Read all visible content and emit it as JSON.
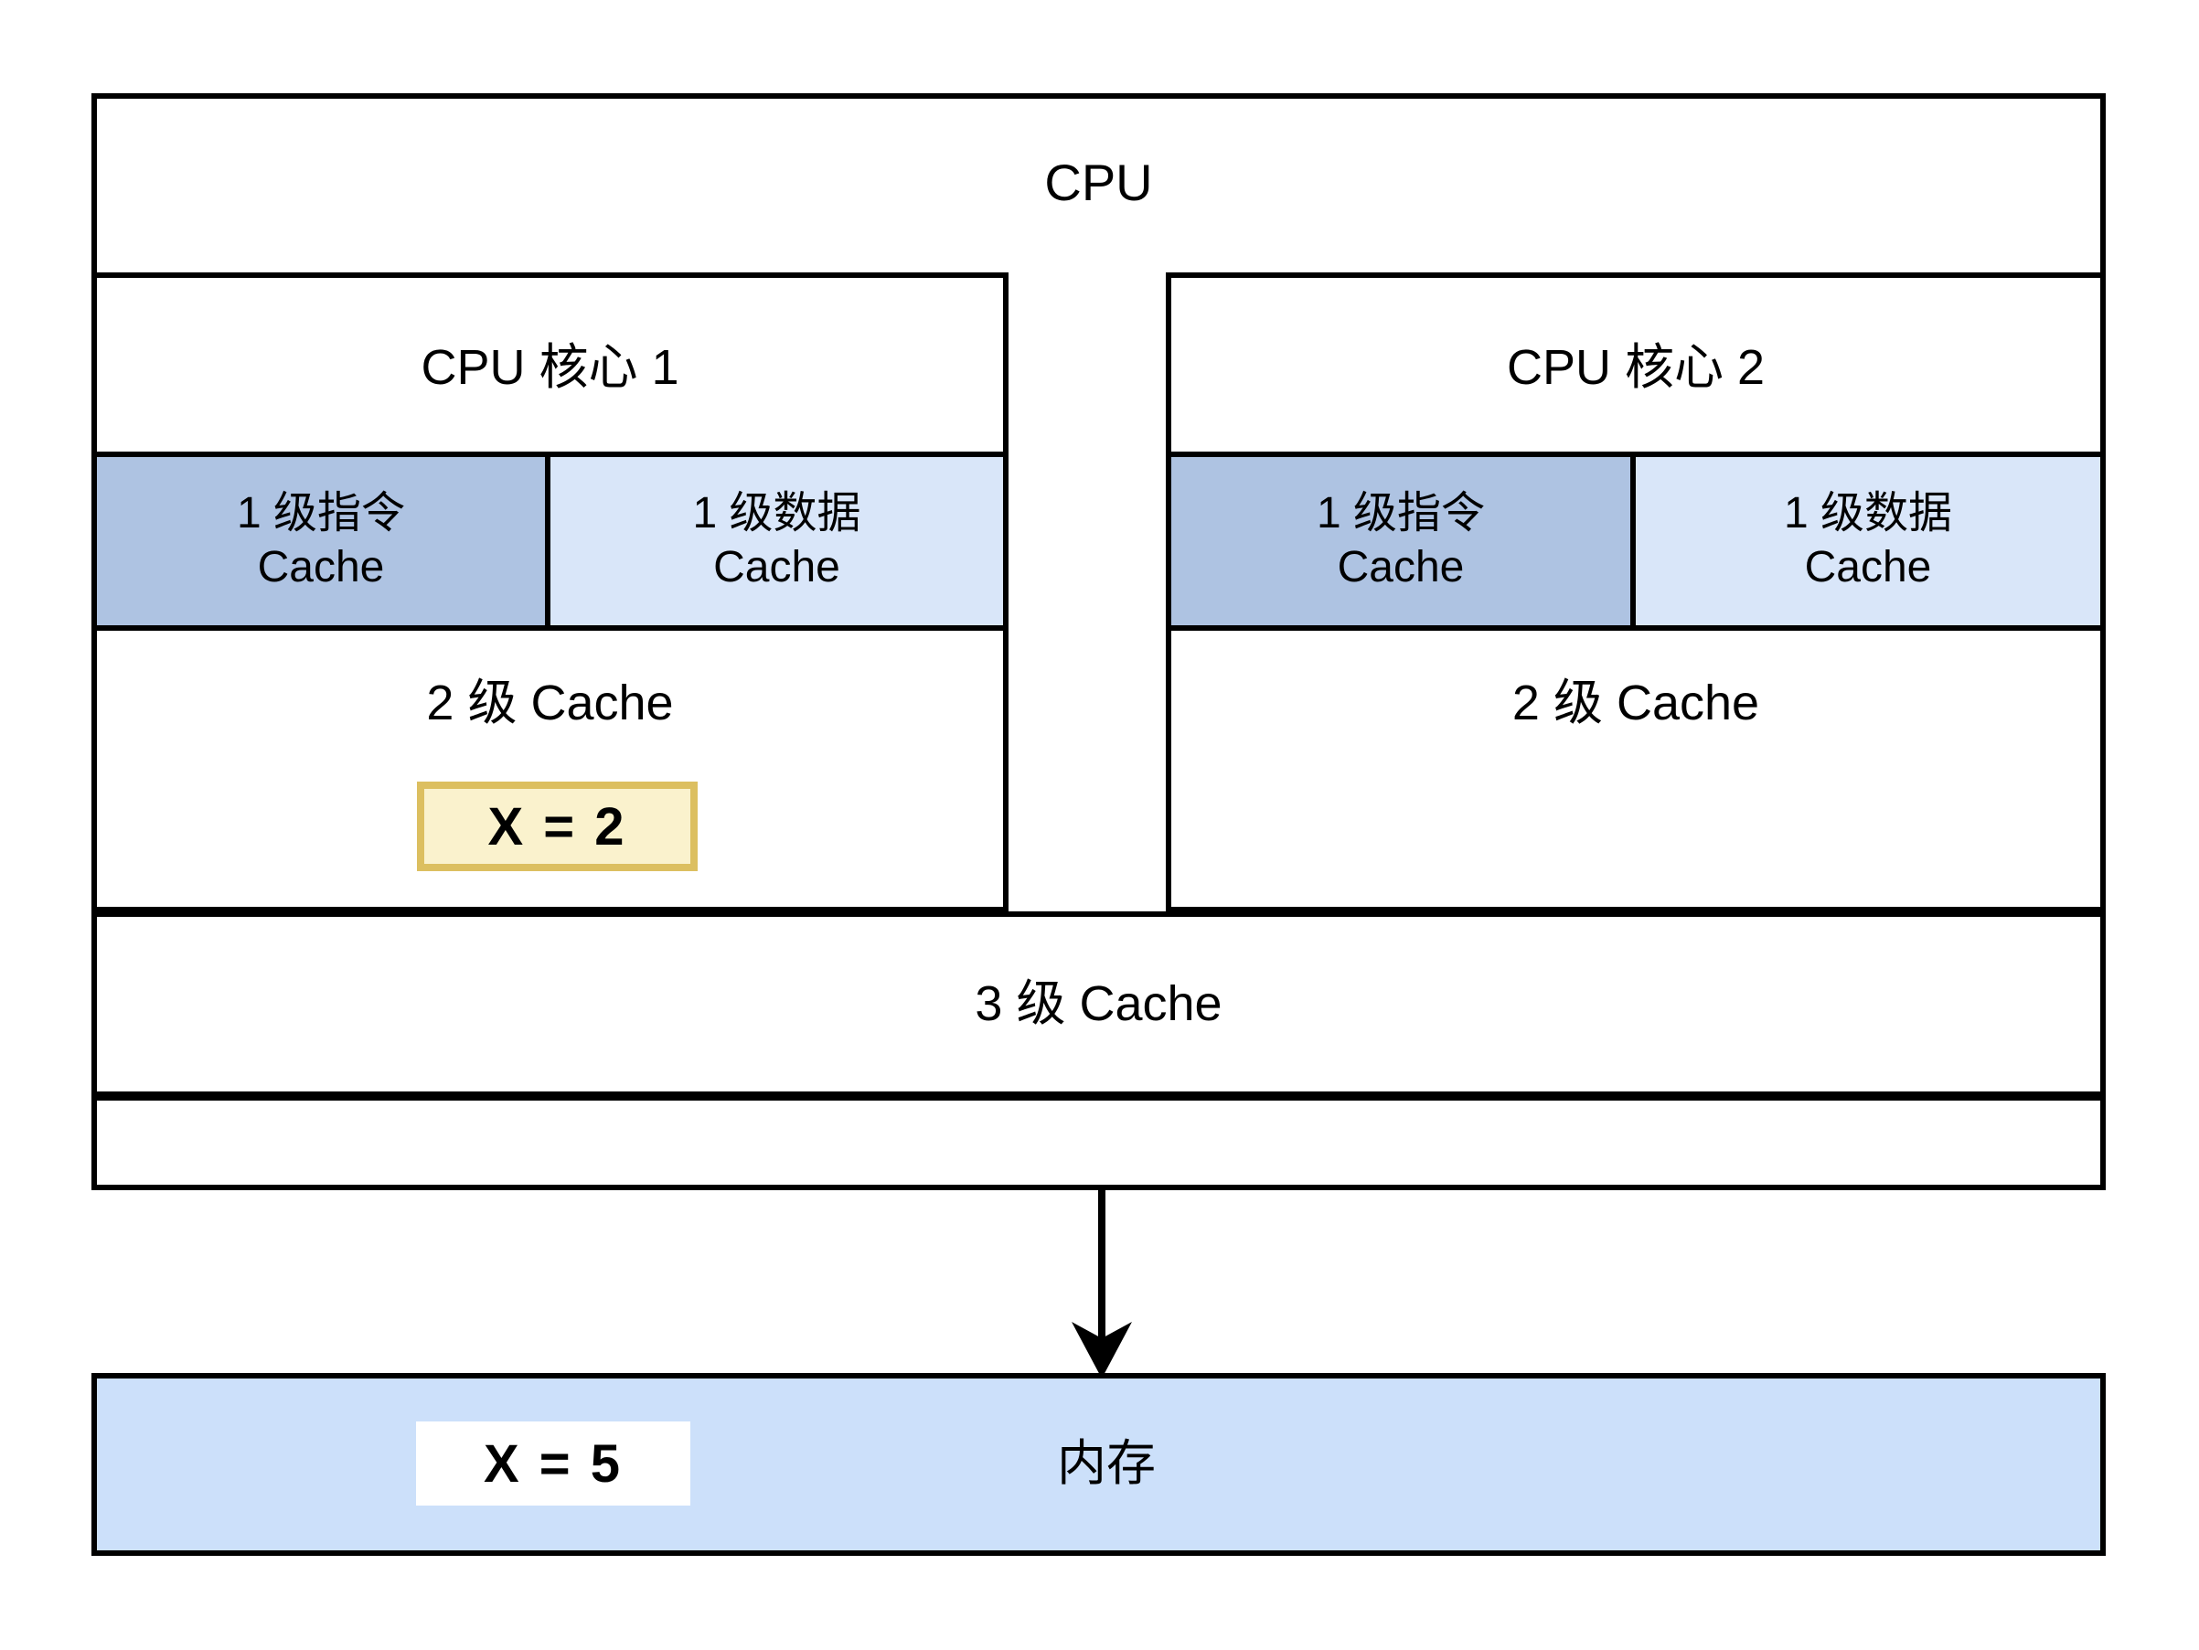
{
  "diagram": {
    "title": "CPU",
    "cpu_package_label": "CPU",
    "cores": [
      {
        "title": "CPU 核心 1",
        "l1_instruction_label": "1 级指令\nCache",
        "l1_data_label": "1 级数据\nCache",
        "l2_label": "2 级 Cache",
        "cached_value": "X  =  2"
      },
      {
        "title": "CPU 核心 2",
        "l1_instruction_label": "1 级指令\nCache",
        "l1_data_label": "1 级数据\nCache",
        "l2_label": "2 级 Cache",
        "cached_value": ""
      }
    ],
    "l3_label": "3 级 Cache",
    "memory": {
      "label": "内存",
      "value": "X  =  5"
    },
    "colors": {
      "l1_instruction_fill": "#aec3e2",
      "l1_data_fill": "#d9e6f9",
      "memory_fill": "#cce0fa",
      "cached_value_fill": "#faf2cd",
      "cached_value_border": "#dcbf60",
      "memory_value_fill": "#ffffff",
      "stroke": "#000000"
    }
  }
}
